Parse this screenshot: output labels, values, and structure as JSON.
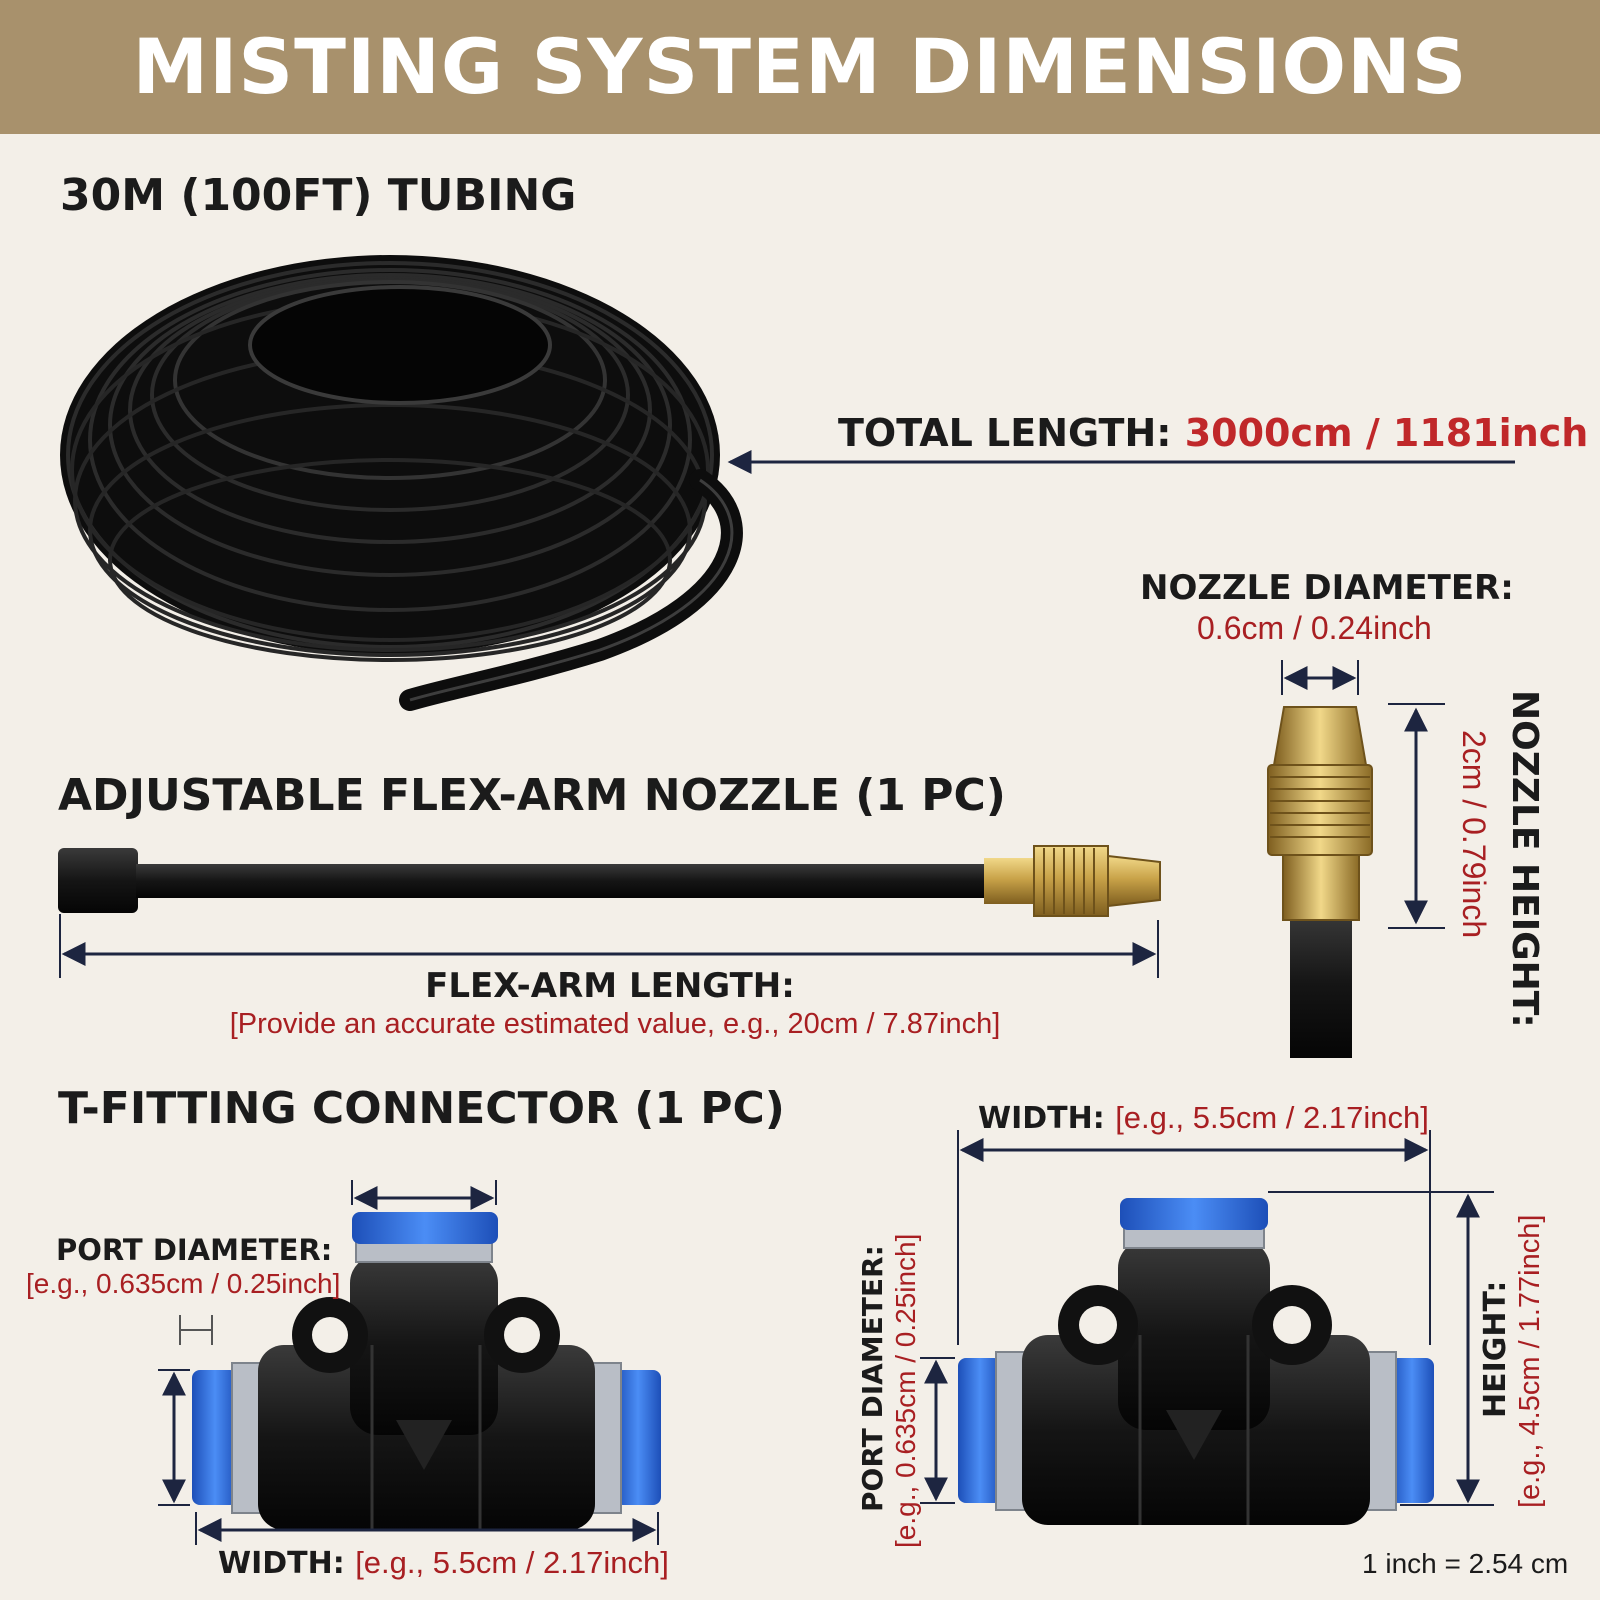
{
  "title": "MISTING SYSTEM DIMENSIONS",
  "tubing": {
    "heading": "30M (100FT) TUBING",
    "length_label": "TOTAL LENGTH:",
    "length_value": "3000cm / 1181inch"
  },
  "flex_arm": {
    "heading": "ADJUSTABLE FLEX-ARM NOZZLE (1 PC)",
    "length_label": "FLEX-ARM LENGTH:",
    "length_value": "[Provide an accurate estimated value, e.g., 20cm / 7.87inch]"
  },
  "nozzle": {
    "diameter_label": "NOZZLE DIAMETER:",
    "diameter_value": "0.6cm / 0.24inch",
    "height_label": "NOZZLE HEIGHT:",
    "height_value": "2cm / 0.79inch"
  },
  "t_fitting": {
    "heading": "T-FITTING CONNECTOR (1 PC)",
    "left": {
      "port_label": "PORT DIAMETER:",
      "port_value": "[e.g., 0.635cm / 0.25inch]",
      "width_label": "WIDTH:",
      "width_value": "[e.g., 5.5cm / 2.17inch]"
    },
    "right": {
      "width_label": "WIDTH:",
      "width_value": "[e.g., 5.5cm / 2.17inch]",
      "port_label": "PORT DIAMETER:",
      "port_value": "[e.g., 0.635cm / 0.25inch]",
      "height_label": "HEIGHT:",
      "height_value": "[e.g., 4.5cm / 1.77inch]"
    }
  },
  "conversion_note": "1 inch = 2.54 cm",
  "colors": {
    "banner": "#a8916c",
    "background": "#f3efe8",
    "value_red": "#a81f22",
    "fitting_blue": "#2f6fe0",
    "brass": "#c9a349"
  }
}
